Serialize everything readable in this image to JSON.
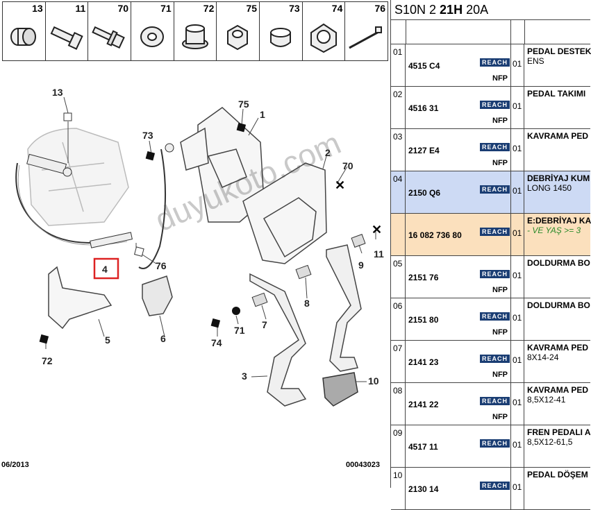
{
  "header": {
    "prefix": "S10N 2 ",
    "bold": "21H",
    "suffix": " 20A"
  },
  "parts_strip": [
    "13",
    "11",
    "70",
    "71",
    "72",
    "75",
    "73",
    "74",
    "76"
  ],
  "callouts": [
    "13",
    "75",
    "1",
    "73",
    "2",
    "70",
    "9",
    "11",
    "4",
    "76",
    "8",
    "7",
    "71",
    "74",
    "72",
    "5",
    "6",
    "3",
    "10"
  ],
  "footer": {
    "date": "06/2013",
    "reference": "00043023"
  },
  "watermark": "duyukoto.com",
  "rows": [
    {
      "idx": "01",
      "ref": "4515 C4",
      "reach": "REACH",
      "nfp": "NFP",
      "qty": "01",
      "title": "PEDAL DESTEK",
      "detail": "ENS"
    },
    {
      "idx": "02",
      "ref": "4516 31",
      "reach": "REACH",
      "nfp": "NFP",
      "qty": "01",
      "title": "PEDAL TAKIMI",
      "detail": ""
    },
    {
      "idx": "03",
      "ref": "2127 E4",
      "reach": "REACH",
      "nfp": "NFP",
      "qty": "01",
      "title": "KAVRAMA PED",
      "detail": ""
    },
    {
      "idx": "04",
      "ref": "2150 Q6",
      "reach": "REACH",
      "nfp": "",
      "qty": "01",
      "title": "DEBRİYAJ KUM",
      "detail": "LONG 1450"
    },
    {
      "idx": "",
      "ref": "16 082 736 80",
      "reach": "REACH",
      "nfp": "",
      "qty": "01",
      "title": "E:DEBRİYAJ KA",
      "detail": "- VE YAŞ >= 3"
    },
    {
      "idx": "05",
      "ref": "2151 76",
      "reach": "REACH",
      "nfp": "NFP",
      "qty": "01",
      "title": "DOLDURMA BO",
      "detail": ""
    },
    {
      "idx": "06",
      "ref": "2151 80",
      "reach": "REACH",
      "nfp": "NFP",
      "qty": "01",
      "title": "DOLDURMA BO",
      "detail": ""
    },
    {
      "idx": "07",
      "ref": "2141 23",
      "reach": "REACH",
      "nfp": "NFP",
      "qty": "01",
      "title": "KAVRAMA PED",
      "detail": "8X14-24"
    },
    {
      "idx": "08",
      "ref": "2141 22",
      "reach": "REACH",
      "nfp": "NFP",
      "qty": "01",
      "title": "KAVRAMA PED",
      "detail": "8,5X12-41"
    },
    {
      "idx": "09",
      "ref": "4517 11",
      "reach": "REACH",
      "nfp": "",
      "qty": "01",
      "title": "FREN PEDALI A",
      "detail": "8,5X12-61,5"
    },
    {
      "idx": "10",
      "ref": "2130 14",
      "reach": "REACH",
      "nfp": "",
      "qty": "01",
      "title": "PEDAL DÖŞEM",
      "detail": ""
    }
  ]
}
